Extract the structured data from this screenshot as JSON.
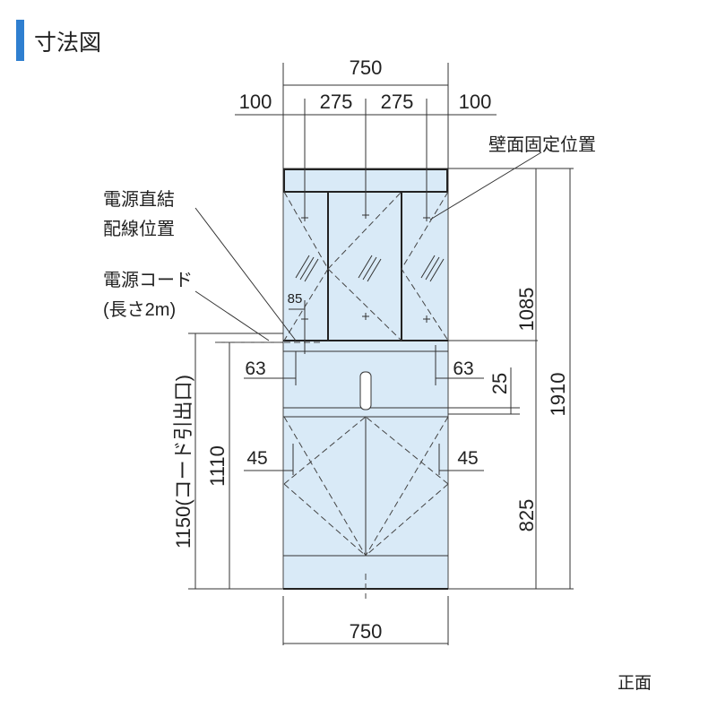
{
  "title": "寸法図",
  "view_label": "正面",
  "colors": {
    "accent": "#2f7fd0",
    "cabinet_fill": "#d9eaf7",
    "line": "#333333"
  },
  "dimensions": {
    "top_total": "750",
    "top_left": "100",
    "top_mid_left": "275",
    "top_mid_right": "275",
    "top_right": "100",
    "bottom_total": "750",
    "mirror_height": "1085",
    "total_height": "1910",
    "counter_gap": "25",
    "base_height": "825",
    "outlet_height": "1110",
    "cord_outlet_height": "1150(コード引出口)",
    "left_63": "63",
    "right_63": "63",
    "left_45": "45",
    "right_45": "45",
    "small_85": "85"
  },
  "labels": {
    "wall_fix": "壁面固定位置",
    "direct_wiring_1": "電源直結",
    "direct_wiring_2": "配線位置",
    "power_cord_1": "電源コード",
    "power_cord_2": "(長さ2m)"
  }
}
